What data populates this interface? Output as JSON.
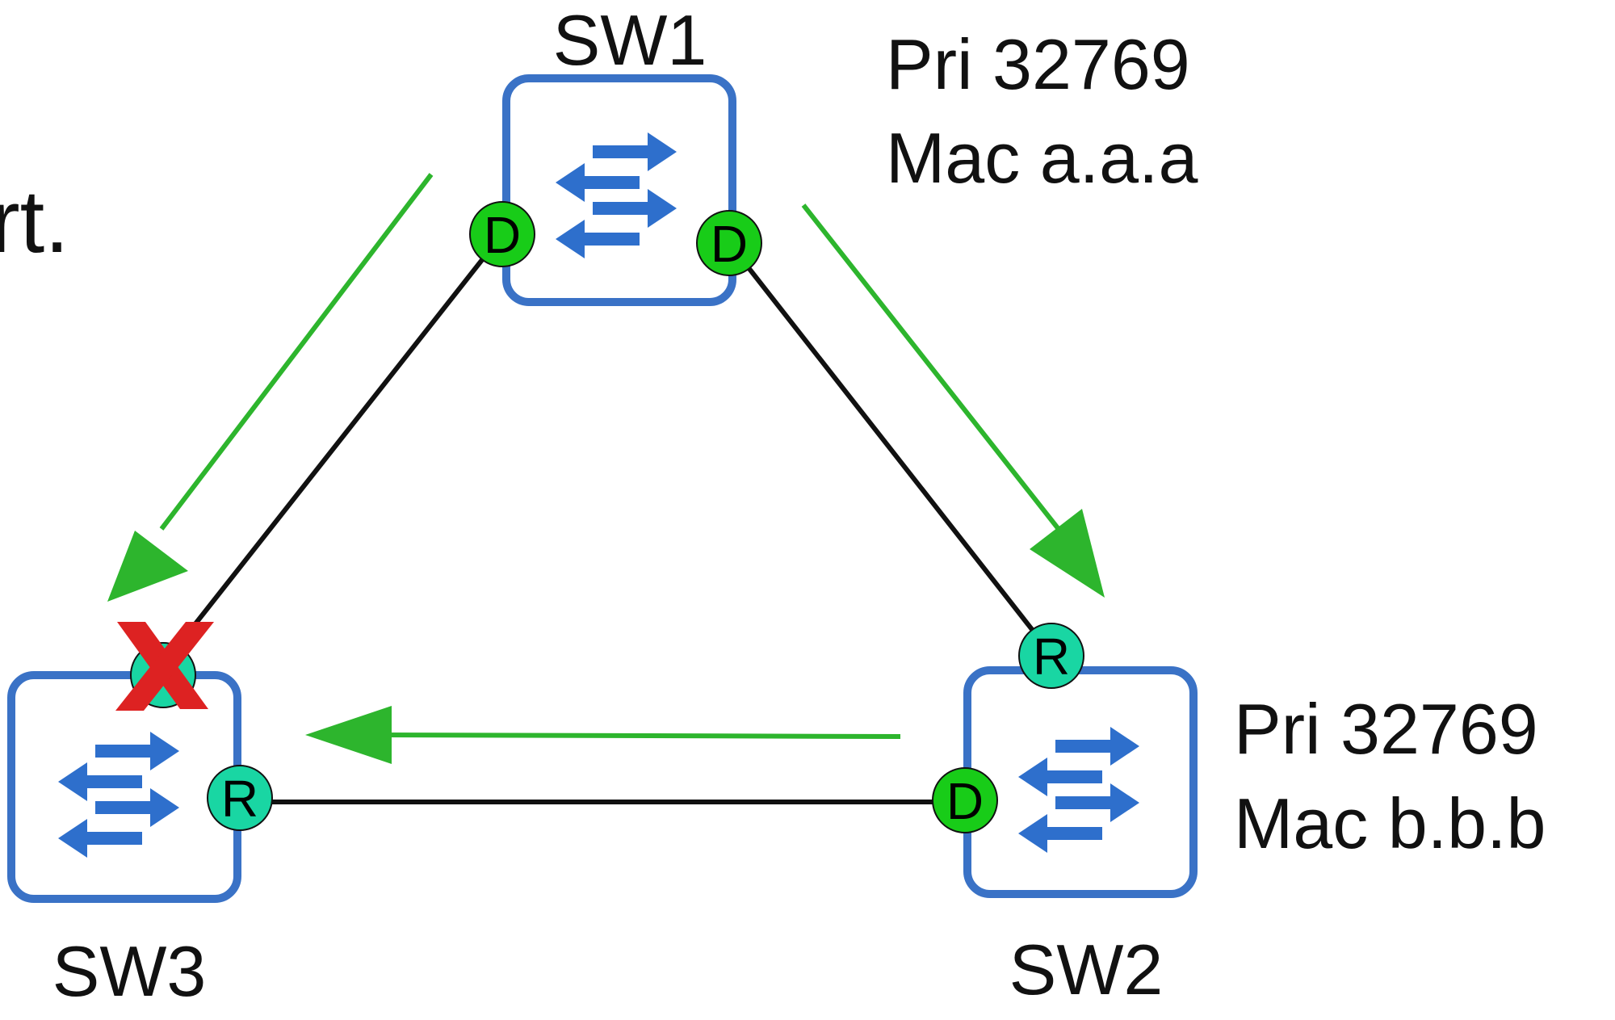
{
  "partial_text": "rt.",
  "switches": {
    "sw1": {
      "name": "SW1",
      "priority_label": "Pri 32769",
      "mac_label": "Mac a.a.a"
    },
    "sw2": {
      "name": "SW2",
      "priority_label": "Pri 32769",
      "mac_label": "Mac b.b.b"
    },
    "sw3": {
      "name": "SW3"
    }
  },
  "ports": {
    "sw1_left": {
      "role": "D",
      "state": "designated"
    },
    "sw1_right": {
      "role": "D",
      "state": "designated"
    },
    "sw2_top": {
      "role": "R",
      "state": "root"
    },
    "sw2_left": {
      "role": "D",
      "state": "designated"
    },
    "sw3_right": {
      "role": "R",
      "state": "root"
    },
    "sw3_top": {
      "role": "",
      "state": "blocked"
    }
  },
  "colors": {
    "switch_border": "#3a72c6",
    "switch_arrow": "#2e6fcc",
    "designated_port": "#18cc18",
    "root_port": "#19d6a3",
    "blocked_mark": "#dd2222",
    "flow_arrow": "#2db52d",
    "link": "#111111"
  },
  "icons": {
    "switch": "switch-arrows-icon",
    "blocked": "x-mark-icon",
    "flow": "arrow-icon"
  }
}
